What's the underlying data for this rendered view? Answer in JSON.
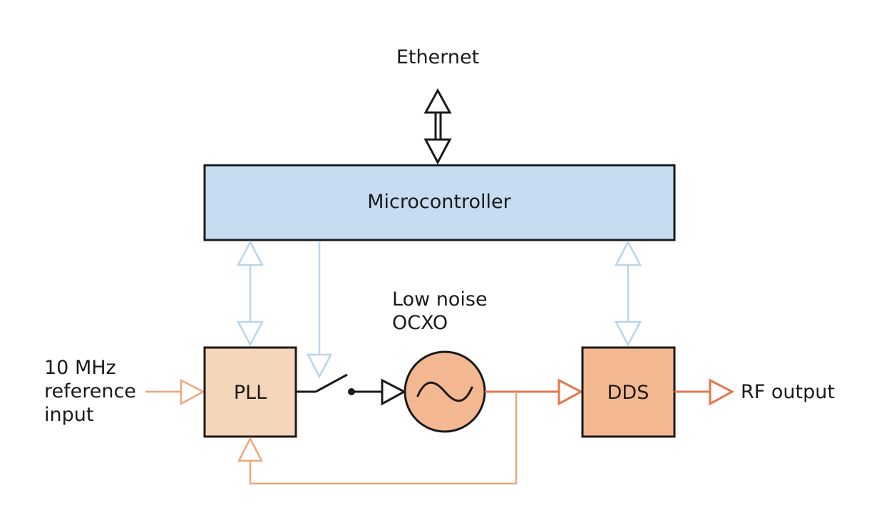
{
  "labels": {
    "ethernet": "Ethernet",
    "microcontroller": "Microcontroller",
    "pll": "PLL",
    "dds": "DDS",
    "ocxo_line1": "Low noise",
    "ocxo_line2": "OCXO",
    "ref_line1": "10 MHz",
    "ref_line2": "reference",
    "ref_line3": "input",
    "rf_output": "RF output"
  },
  "colors": {
    "microcontroller_fill": "#c5dcf1",
    "pll_fill": "#f5d6bb",
    "dds_fill": "#f3b892",
    "ocxo_fill": "#f3b892",
    "control_line": "#b9d5ee",
    "signal_light": "#f0a57a",
    "signal_dark": "#e8764e",
    "stroke": "#1a1a1a"
  },
  "icons": {
    "ocxo": "sine-wave-icon",
    "switch": "switch-icon"
  }
}
